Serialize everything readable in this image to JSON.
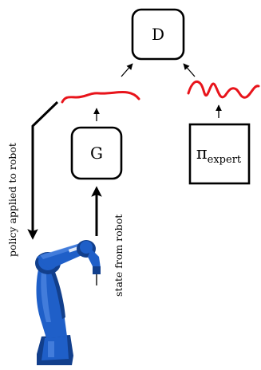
{
  "nodes": {
    "discriminator": {
      "label": "D"
    },
    "generator": {
      "label": "G"
    },
    "expert": {
      "symbol": "π",
      "subscript": "expert"
    }
  },
  "edges": {
    "policy_to_robot": {
      "label": "policy applied to robot"
    },
    "robot_state": {
      "label": "state from robot"
    }
  },
  "colors": {
    "trajectory": "#e8141b",
    "stroke": "#000000",
    "robot_blue": "#1f5fc8",
    "robot_dark": "#123f8c",
    "robot_light": "#5a8fe8"
  }
}
